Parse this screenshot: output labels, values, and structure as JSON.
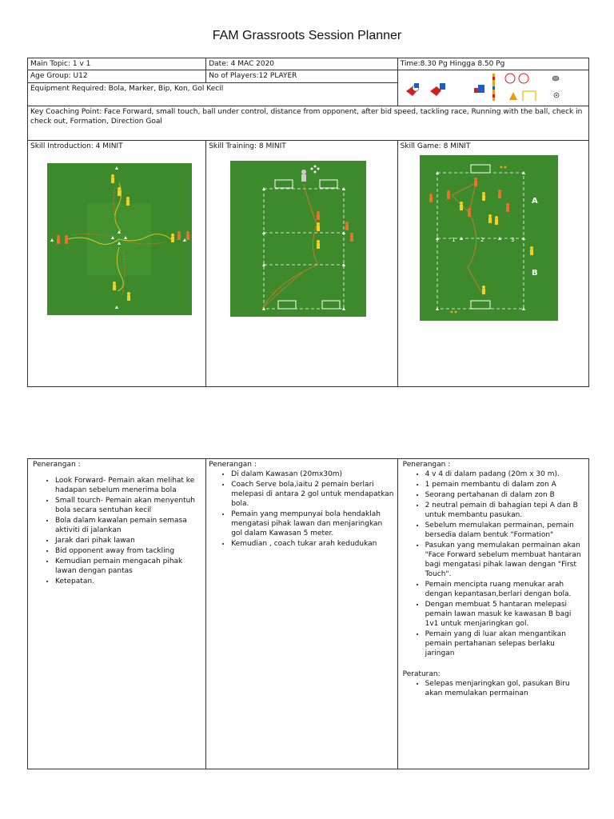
{
  "title": "FAM Grassroots Session Planner",
  "header": {
    "main_topic": "Main Topic: 1 v 1",
    "date": "Date: 4 MAC 2020",
    "time": "Time:8.30 Pg Hingga 8.50 Pg",
    "age_group": "Age Group: U12",
    "players": "No of Players:12 PLAYER",
    "equipment": "Equipment Required: Bola, Marker, Bip, Kon, Gol Kecil",
    "equipment_icons": [
      "bib-icon",
      "bib-icon",
      "bib-icon",
      "pole-icon",
      "marker-ring-icon",
      "cone-icon",
      "goal-icon",
      "ball-icon"
    ],
    "key_coaching": "Key Coaching Point: Face Forward, small touch, ball under control, distance from opponent, after bid speed, tackling race, Running with the ball, check in check out, Formation, Direction Goal"
  },
  "sections": {
    "intro": "Skill Introduction: 4 MINIT",
    "training": "Skill Training: 8 MINIT",
    "game": "Skill Game: 8 MINIT"
  },
  "diagram_labels": {
    "zone_a": "A",
    "zone_b": "B",
    "n1": "1",
    "n2": "2",
    "n3": "3"
  },
  "colors": {
    "pitch": "#3d8a2c",
    "pitch_dark": "#2f7424",
    "line": "#ffffff",
    "yellow": "#f5d21e",
    "orange": "#e8742a",
    "grey": "#cccccc"
  },
  "explanations": {
    "intro": {
      "heading": "Penerangan :",
      "items": [
        "Look Forward- Pemain akan melihat ke hadapan sebelum menerima bola",
        "Small tourch- Pemain akan menyentuh bola secara sentuhan kecil",
        "Bola dalam kawalan pemain semasa aktiviti di jalankan",
        "Jarak dari pihak lawan",
        "Bid opponent away from tackling",
        "Kemudian pemain mengacah pihak lawan dengan pantas",
        "Ketepatan."
      ]
    },
    "training": {
      "heading": "Penerangan :",
      "items": [
        "Di dalam Kawasan (20mx30m)",
        "Coach Serve bola,iaitu 2 pemain berlari melepasi di antara 2 gol untuk mendapatkan bola.",
        "Pemain yang mempunyai bola hendaklah mengatasi pihak lawan dan menjaringkan gol dalam Kawasan 5 meter.",
        "Kemudian , coach tukar arah kedudukan"
      ]
    },
    "game": {
      "heading": "Penerangan :",
      "items": [
        "4 v 4 di dalam padang (20m x 30 m).",
        "1 pemain membantu di dalam zon A",
        "Seorang pertahanan di dalam zon B",
        "2 neutral pemain di bahagian tepi A dan B untuk membantu pasukan.",
        "Sebelum memulakan permainan, pemain bersedia dalam bentuk \"Formation\"",
        "Pasukan yang memulakan permainan akan \"Face Forward sebelum membuat hantaran bagi mengatasi pihak lawan dengan \"First Touch\".",
        "Pemain mencipta ruang menukar arah dengan kepantasan,berlari dengan bola.",
        "Dengan membuat 5 hantaran melepasi pemain lawan masuk ke kawasan B bagi 1v1 untuk menjaringkan gol.",
        "Pemain yang di luar akan mengantikan pemain pertahanan selepas berlaku jaringan"
      ],
      "rules_heading": "Peraturan:",
      "rules": [
        "Selepas menjaringkan gol, pasukan Biru akan memulakan permainan"
      ]
    }
  }
}
